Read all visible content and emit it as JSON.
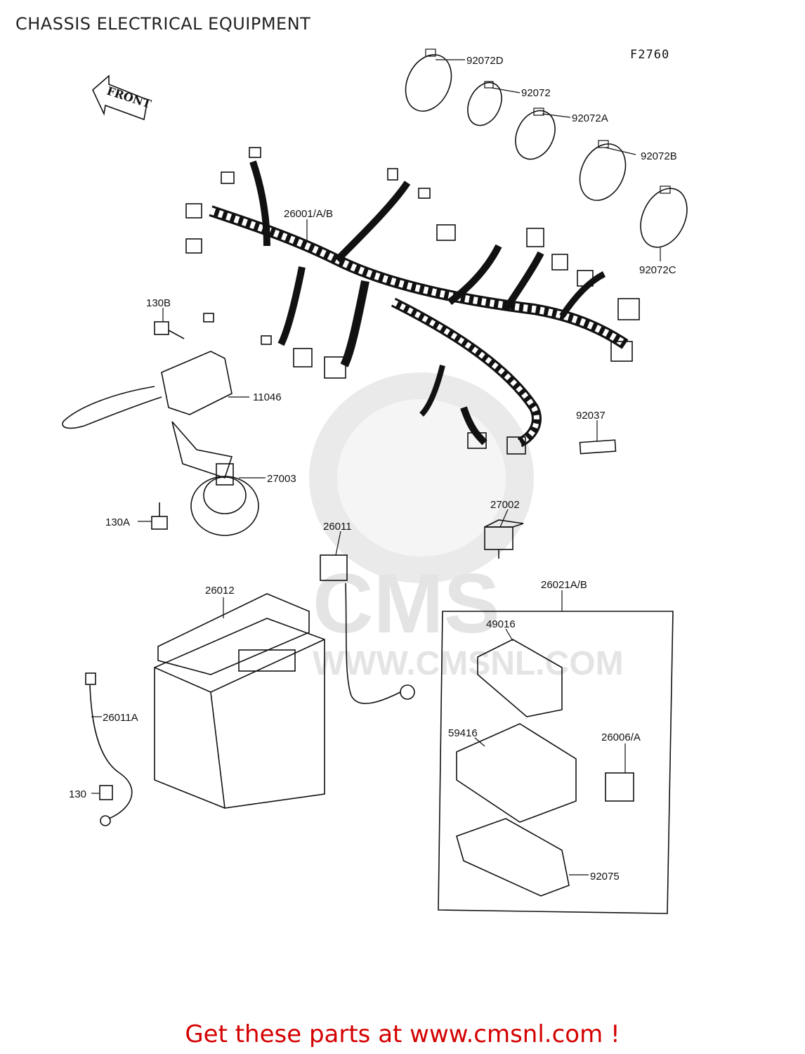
{
  "title": "CHASSIS ELECTRICAL EQUIPMENT",
  "diagram_code": "F2760",
  "front_label": "FRONT",
  "watermark": {
    "text": "CMS",
    "url": "WWW.CMSNL.COM"
  },
  "footer": "Get these parts at www.cmsnl.com !",
  "labels": {
    "p92072D": "92072D",
    "p92072": "92072",
    "p92072A": "92072A",
    "p92072B": "92072B",
    "p92072C": "92072C",
    "p26001": "26001/A/B",
    "p130B": "130B",
    "p11046": "11046",
    "p92037": "92037",
    "p27003": "27003",
    "p130A": "130A",
    "p27002": "27002",
    "p26011": "26011",
    "p26012": "26012",
    "p26021": "26021A/B",
    "p49016": "49016",
    "p26011A": "26011A",
    "p59416": "59416",
    "p26006": "26006/A",
    "p130": "130",
    "p92075": "92075"
  }
}
